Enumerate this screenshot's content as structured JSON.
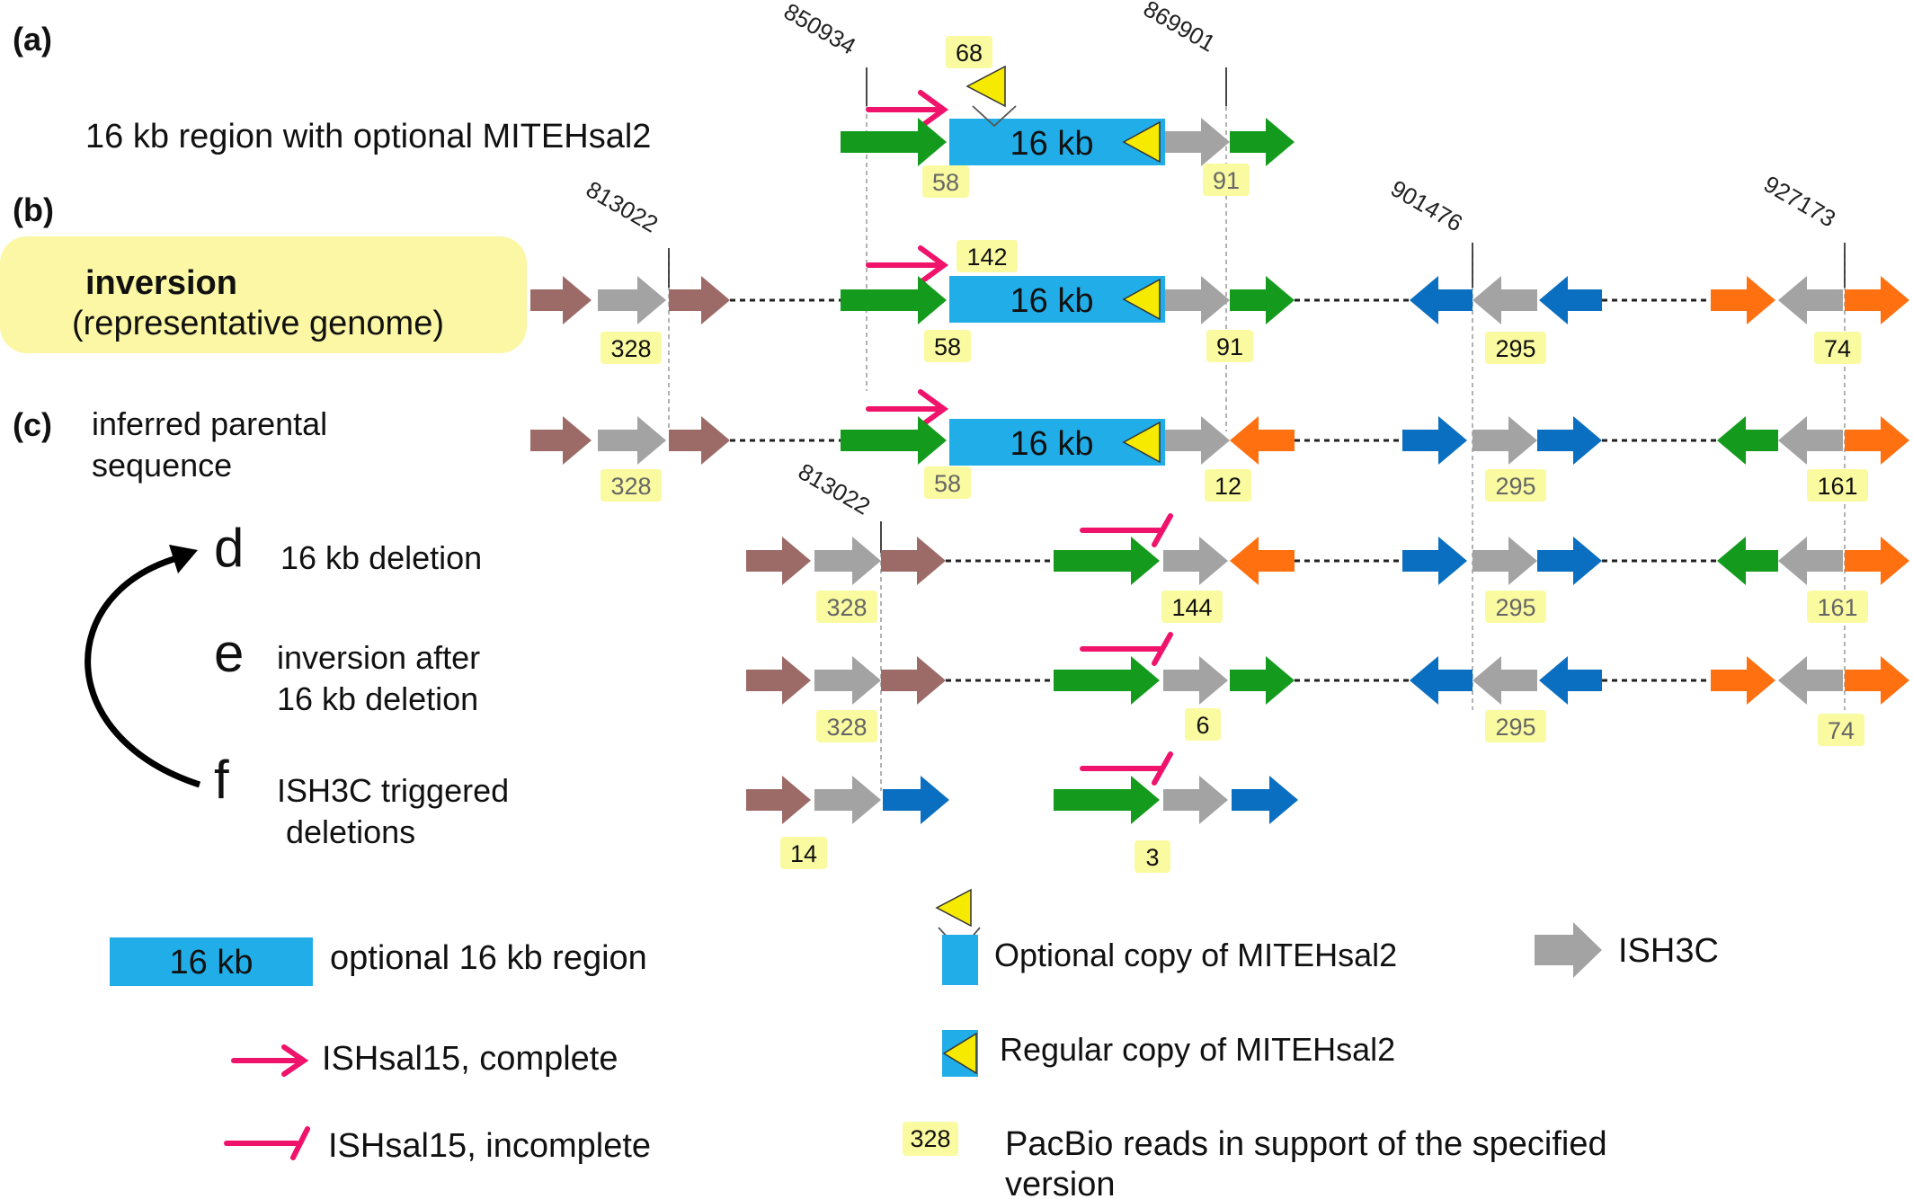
{
  "panels": {
    "a": "(a)",
    "b": "(b)",
    "c": "(c)",
    "d": "d",
    "e": "e",
    "f": "f"
  },
  "rows": {
    "a_label": "16 kb region with optional MITEHsal2",
    "b_label_1": "inversion",
    "b_label_2": "(representative genome)",
    "c_label_1": "inferred parental",
    "c_label_2": "sequence",
    "d_label": "16 kb deletion",
    "e_label_1": "inversion after",
    "e_label_2": "16 kb deletion",
    "f_label_1": "ISH3C triggered",
    "f_label_2": "deletions"
  },
  "coordinates": {
    "c850934": "850934",
    "c869901": "869901",
    "c813022_top": "813022",
    "c901476": "901476",
    "c927173": "927173",
    "c813022_d": "813022"
  },
  "region_label": "16 kb",
  "badges": {
    "a_68": "68",
    "a_58": "58",
    "a_91": "91",
    "b_142": "142",
    "b_328": "328",
    "b_58": "58",
    "b_91": "91",
    "b_295": "295",
    "b_74": "74",
    "c_328": "328",
    "c_58": "58",
    "c_12": "12",
    "c_295": "295",
    "c_161": "161",
    "d_328": "328",
    "d_144": "144",
    "d_295": "295",
    "d_161": "161",
    "e_328": "328",
    "e_6": "6",
    "e_295": "295",
    "e_74": "74",
    "f_14": "14",
    "f_3": "3"
  },
  "legend": {
    "region_box": "16 kb",
    "region_text": "optional 16 kb region",
    "optional_mite": "Optional copy of MITEHsal2",
    "ish3c": "ISH3C",
    "regular_mite": "Regular copy of MITEHsal2",
    "ishsal15_complete": "ISHsal15, complete",
    "ishsal15_incomplete": "ISHsal15, incomplete",
    "badge_example": "328",
    "pacbio_1": "PacBio reads in support of the specified",
    "pacbio_2": "version"
  },
  "colors": {
    "brown": "#9c6b68",
    "gray": "#a3a3a3",
    "green": "#149b1e",
    "blue_arrow": "#0a6fc0",
    "orange": "#ff7010",
    "magenta": "#f0136b",
    "region": "#21aee8",
    "mite": "#f5ea00",
    "badge": "#fafaa0"
  }
}
